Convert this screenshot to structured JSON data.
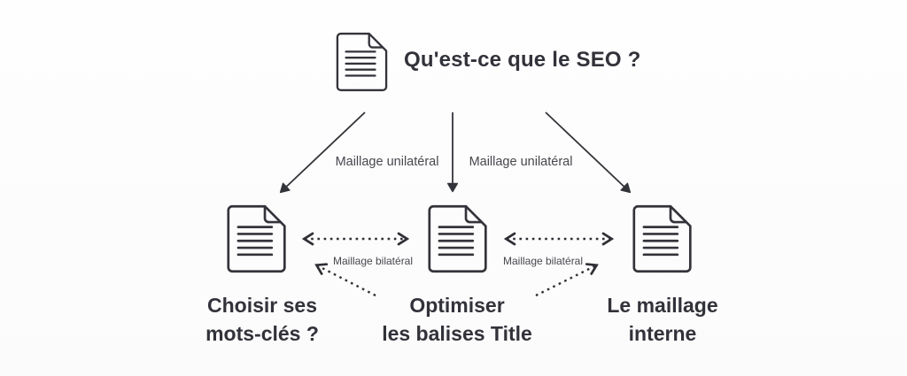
{
  "colors": {
    "ink": "#33333a",
    "muted_label": "#47474e",
    "background": "#fcfcfc"
  },
  "root_node": {
    "title": "Qu'est-ce que le SEO ?",
    "icon": "document-icon"
  },
  "edges": {
    "unilateral_left_label": "Maillage unilatéral",
    "unilateral_right_label": "Maillage unilatéral",
    "bilateral_left_label": "Maillage bilatéral",
    "bilateral_right_label": "Maillage bilatéral"
  },
  "child_nodes": [
    {
      "icon": "document-icon",
      "lines": [
        "Choisir ses",
        "mots-clés ?"
      ]
    },
    {
      "icon": "document-icon",
      "lines": [
        "Optimiser",
        "les balises Title"
      ]
    },
    {
      "icon": "document-icon",
      "lines": [
        "Le maillage",
        "interne"
      ]
    }
  ]
}
